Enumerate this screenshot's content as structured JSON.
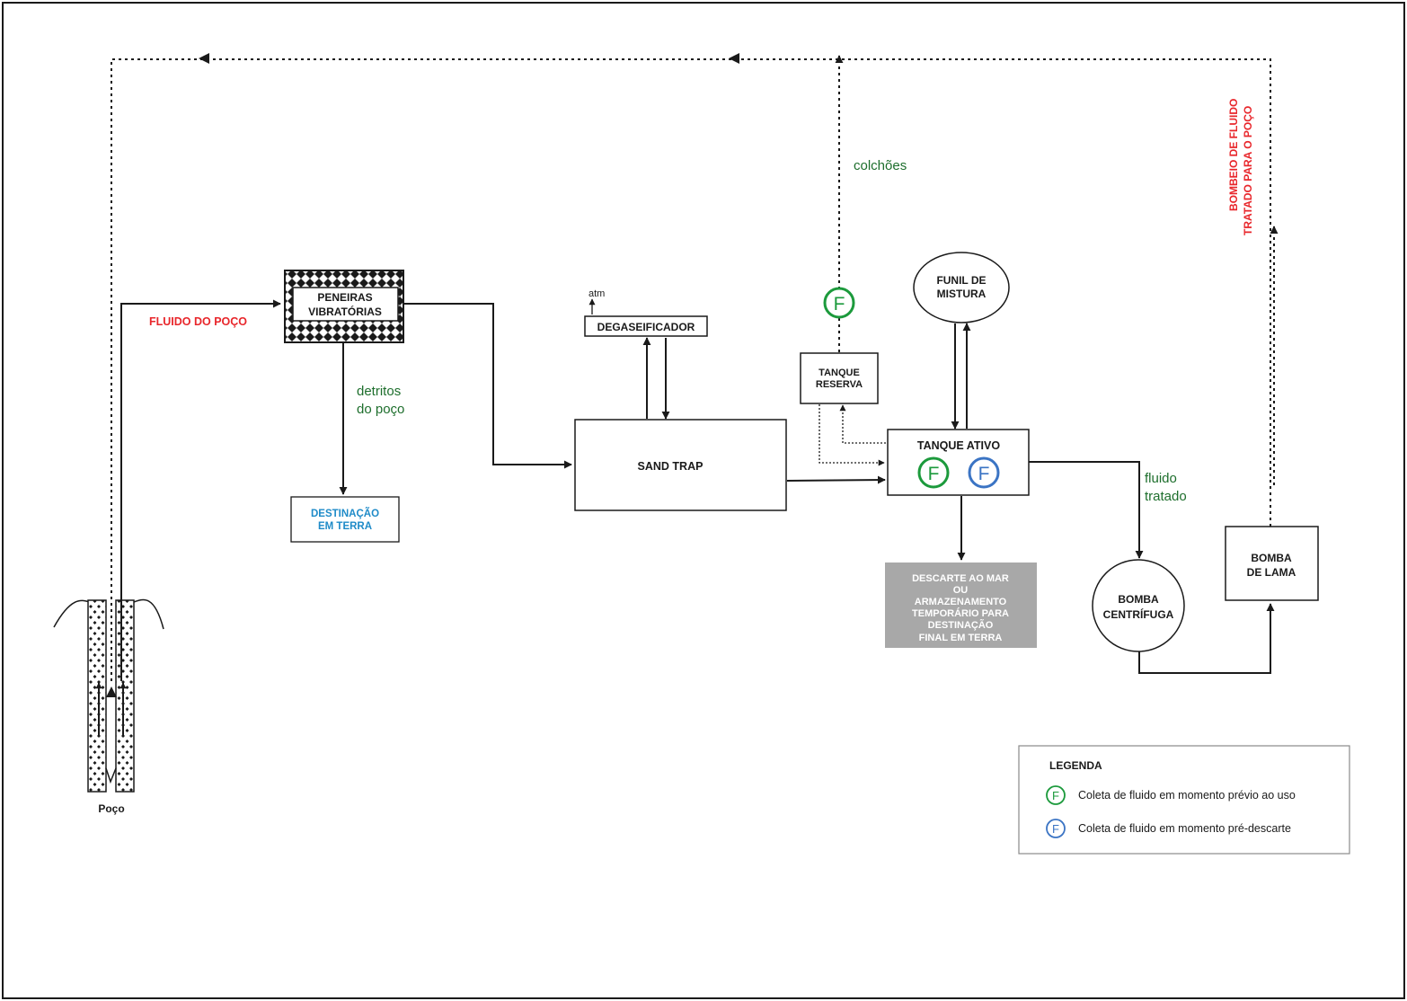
{
  "colors": {
    "line": "#1a1a1a",
    "red_label": "#e8262b",
    "green_label": "#1d6e2c",
    "blue_label": "#1f8bc8",
    "green_badge": "#1c9a3c",
    "blue_badge": "#3b74c4",
    "gray_box": "#a8a8a8"
  },
  "nodes": {
    "peneiras": [
      "PENEIRAS",
      "VIBRATÓRIAS"
    ],
    "destinacao": [
      "DESTINAÇÃO",
      "EM TERRA"
    ],
    "degaseificador": "DEGASEIFICADOR",
    "atm": "atm",
    "sand_trap": "SAND TRAP",
    "tanque_reserva": [
      "TANQUE",
      "RESERVA"
    ],
    "funil": [
      "FUNIL DE",
      "MISTURA"
    ],
    "tanque_ativo": "TANQUE ATIVO",
    "descarte": [
      "DESCARTE AO MAR",
      "OU",
      "ARMAZENAMENTO",
      "TEMPORÁRIO PARA",
      "DESTINAÇÃO",
      "FINAL EM TERRA"
    ],
    "bomba_centrifuga": [
      "BOMBA",
      "CENTRÍFUGA"
    ],
    "bomba_lama": [
      "BOMBA",
      "DE LAMA"
    ],
    "poco": "Poço"
  },
  "labels": {
    "fluido_do_poco": "FLUIDO DO POÇO",
    "detritos": [
      "detritos",
      "do poço"
    ],
    "colchoes": "colchões",
    "fluido_tratado": [
      "fluido",
      "tratado"
    ],
    "bombeio": [
      "BOMBEIO DE FLUIDO",
      "TRATADO  PARA O POÇO"
    ]
  },
  "badge_letter": "F",
  "legend": {
    "title": "LEGENDA",
    "items": [
      {
        "color": "green",
        "text": "Coleta de fluido em momento prévio ao uso"
      },
      {
        "color": "blue",
        "text": "Coleta de fluido em momento pré-descarte"
      }
    ]
  }
}
